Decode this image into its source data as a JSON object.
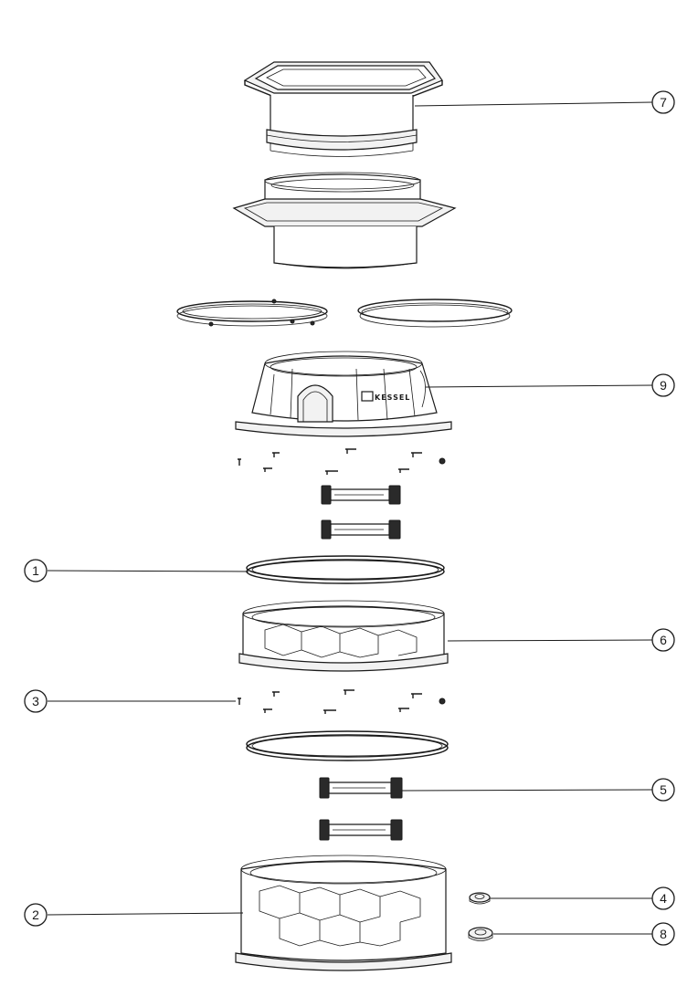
{
  "diagram": {
    "brand_logo_text": "KESSEL",
    "callouts": [
      {
        "id": "7",
        "label": "7"
      },
      {
        "id": "9",
        "label": "9"
      },
      {
        "id": "1",
        "label": "1"
      },
      {
        "id": "6",
        "label": "6"
      },
      {
        "id": "3",
        "label": "3"
      },
      {
        "id": "5",
        "label": "5"
      },
      {
        "id": "2",
        "label": "2"
      },
      {
        "id": "4",
        "label": "4"
      },
      {
        "id": "8",
        "label": "8"
      }
    ]
  }
}
